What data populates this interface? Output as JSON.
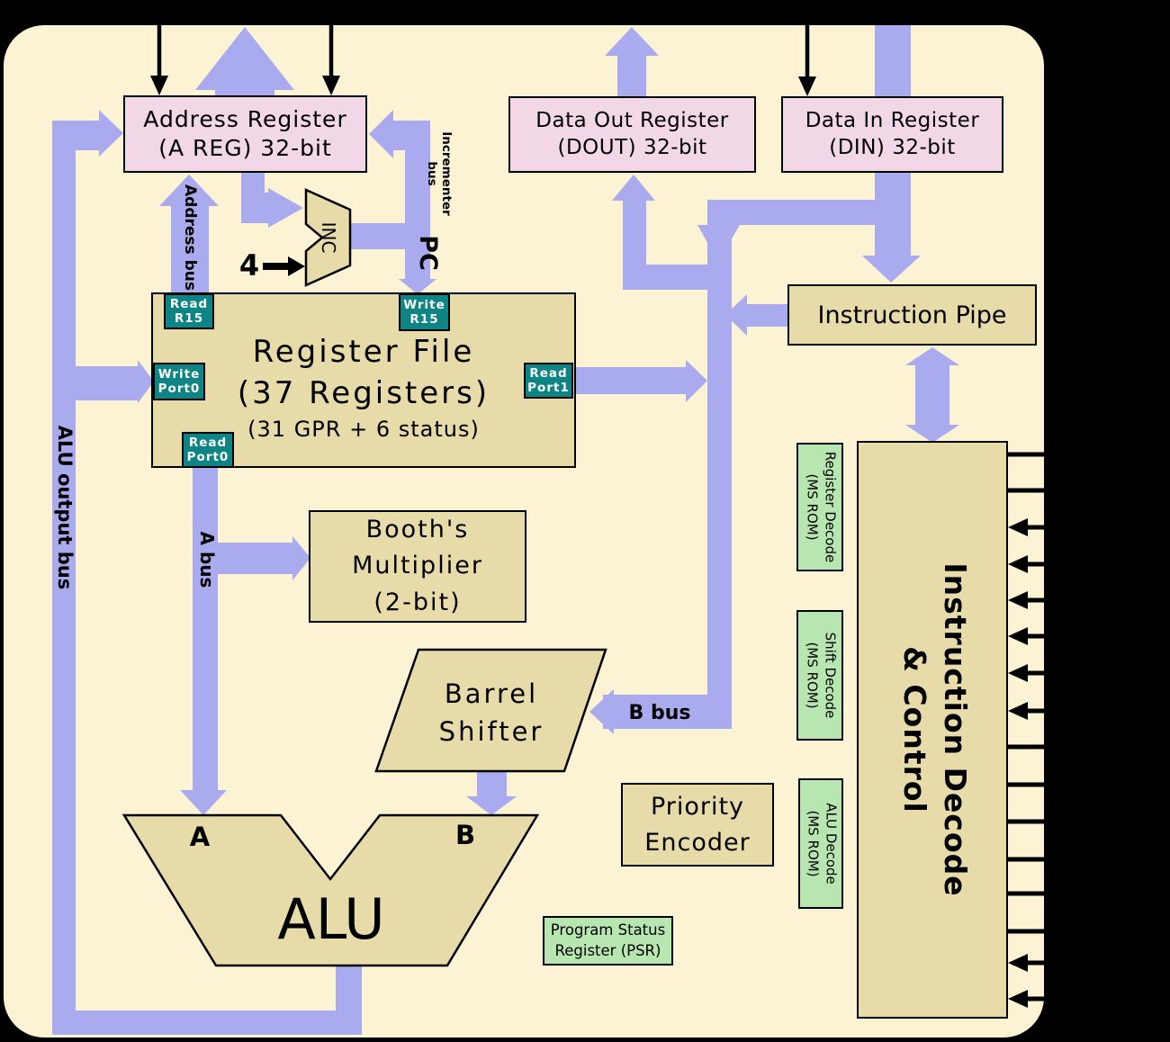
{
  "registers": {
    "address": {
      "line1": "Address Register",
      "line2": "(A REG) 32-bit"
    },
    "data_out": {
      "line1": "Data Out Register",
      "line2": "(DOUT) 32-bit"
    },
    "data_in": {
      "line1": "Data In Register",
      "line2": "(DIN) 32-bit"
    }
  },
  "register_file": {
    "line1": "Register File",
    "line2": "(37 Registers)",
    "line3": "(31 GPR + 6 status)",
    "ports": {
      "read_r15": [
        "Read",
        "R15"
      ],
      "write_r15": [
        "Write",
        "R15"
      ],
      "write_port0": [
        "Write",
        "Port0"
      ],
      "read_port1": [
        "Read",
        "Port1"
      ],
      "read_port0": [
        "Read",
        "Port0"
      ]
    }
  },
  "blocks": {
    "instruction_pipe": "Instruction Pipe",
    "booths_multiplier": [
      "Booth's",
      "Multiplier",
      "(2-bit)"
    ],
    "barrel_shifter": [
      "Barrel",
      "Shifter"
    ],
    "priority_encoder": [
      "Priority",
      "Encoder"
    ],
    "psr": [
      "Program Status",
      "Register (PSR)"
    ],
    "alu": {
      "label": "ALU",
      "input_a": "A",
      "input_b": "B"
    },
    "incrementer": "INC",
    "decode": [
      "Instruction Decode",
      "& Control"
    ]
  },
  "rom": {
    "register_decode": [
      "Register Decode",
      "(MS ROM)"
    ],
    "shift_decode": [
      "Shift Decode",
      "(MS ROM)"
    ],
    "alu_decode": [
      "ALU Decode",
      "(MS ROM)"
    ]
  },
  "buses": {
    "alu_output": "ALU output bus",
    "address": "Address bus",
    "incrementer": [
      "Incrementer",
      "bus"
    ],
    "pc": "PC",
    "a_bus": "A bus",
    "b_bus": "B bus",
    "inc_constant": "4"
  },
  "control_lines": [
    "out",
    "out",
    "in",
    "in",
    "in",
    "in",
    "in",
    "in",
    "out",
    "out",
    "out",
    "out",
    "out",
    "out",
    "in",
    "in"
  ],
  "colors": {
    "background": "#000000",
    "panel": "#FCF3D4",
    "register_box": "#F2D7E6",
    "block_box": "#E6DBA9",
    "port_box": "#0E8484",
    "rom_box": "#B8E6B0",
    "bus": "#AAAAEE",
    "line": "#000000"
  }
}
